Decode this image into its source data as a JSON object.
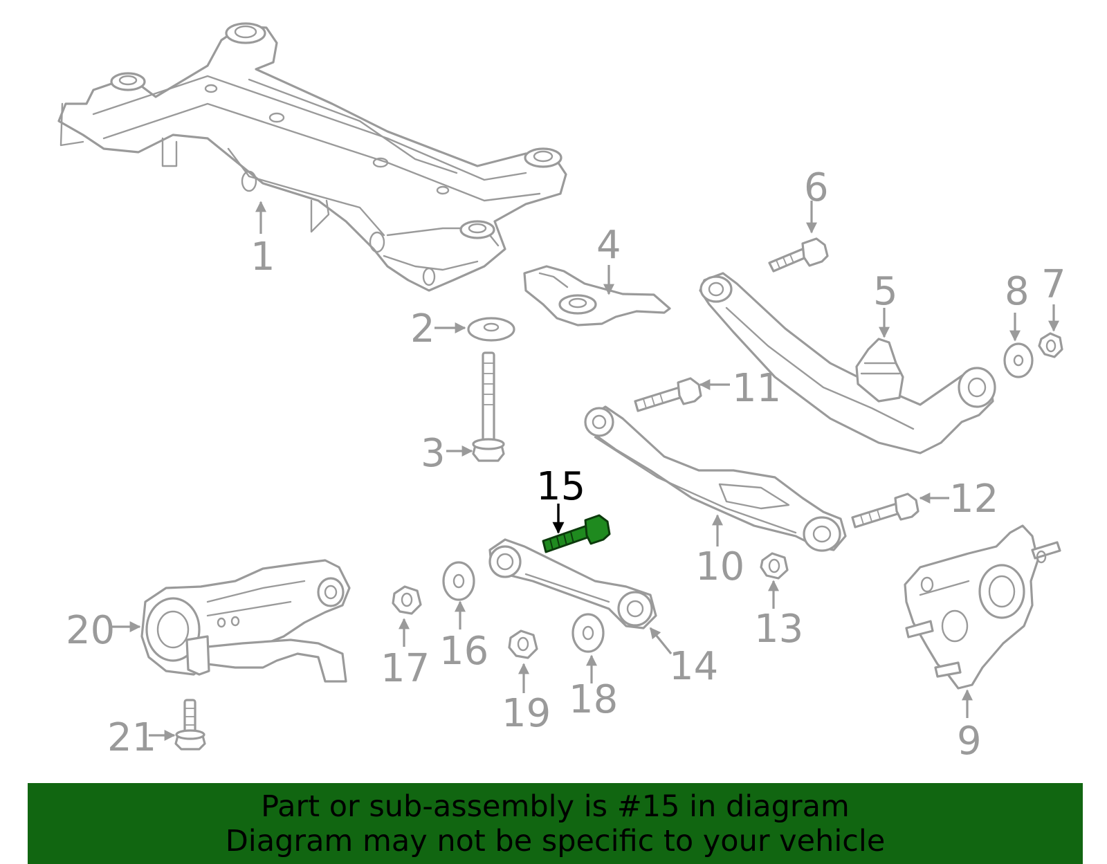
{
  "diagram": {
    "callouts": {
      "c1": "1",
      "c2": "2",
      "c3": "3",
      "c4": "4",
      "c5": "5",
      "c6": "6",
      "c7": "7",
      "c8": "8",
      "c9": "9",
      "c10": "10",
      "c11": "11",
      "c12": "12",
      "c13": "13",
      "c14": "14",
      "c15": "15",
      "c16": "16",
      "c17": "17",
      "c18": "18",
      "c19": "19",
      "c20": "20",
      "c21": "21"
    },
    "highlighted_part": "15",
    "colors": {
      "highlight": "#1f8a1f",
      "banner": "#116611",
      "part_line": "#9a9a9a"
    }
  },
  "banner": {
    "line1": "Part or sub-assembly is #15 in diagram",
    "line2": "Diagram may not be specific to your vehicle"
  }
}
